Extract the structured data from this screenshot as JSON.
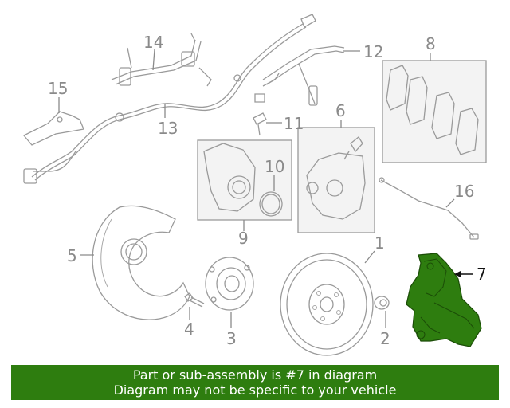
{
  "callouts": {
    "c1": "1",
    "c2": "2",
    "c3": "3",
    "c4": "4",
    "c5": "5",
    "c6": "6",
    "c7": "7",
    "c8": "8",
    "c9": "9",
    "c10": "10",
    "c11": "11",
    "c12": "12",
    "c13": "13",
    "c14": "14",
    "c15": "15",
    "c16": "16"
  },
  "highlight": {
    "part_number": "7",
    "color": "#2e7d0f"
  },
  "banner": {
    "line1": "Part or sub-assembly is #7 in diagram",
    "line2": "Diagram may not be specific to your vehicle",
    "color": "#2e7d0f"
  }
}
